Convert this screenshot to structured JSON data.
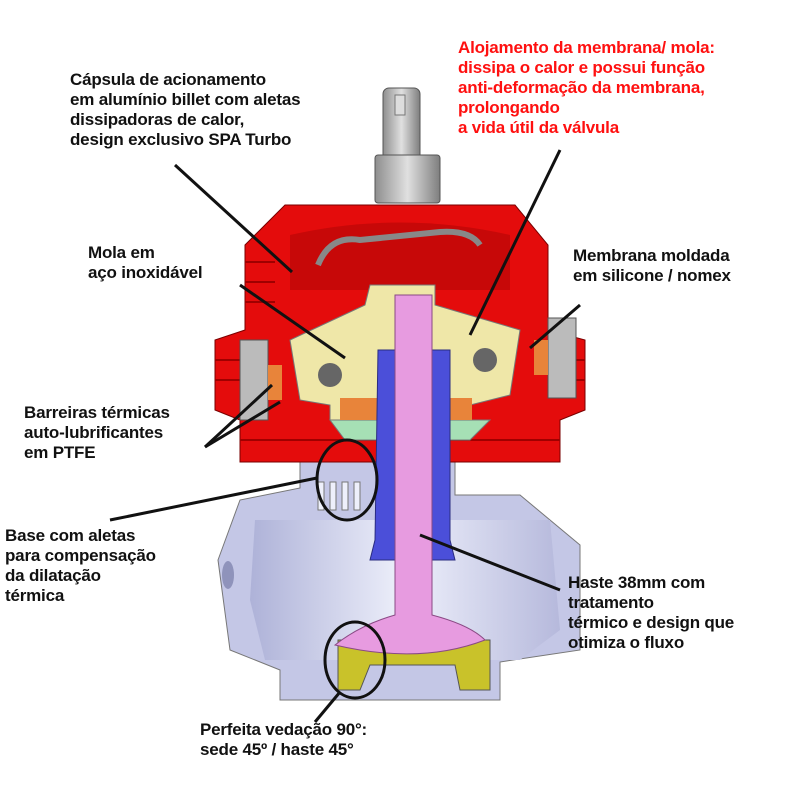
{
  "colors": {
    "housing": "#e40c0c",
    "piston": "#efe7a8",
    "stem": "#e79be0",
    "sleeve": "#4b4fd9",
    "base": "#c9cbe6",
    "seat": "#c9c22a",
    "highlight": "#ff1010",
    "text": "#111111"
  },
  "labels": {
    "capsula": "Cápsula de acionamento\nem alumínio billet com aletas\ndissipadoras de calor,\ndesign exclusivo SPA Turbo",
    "alojamento": "Alojamento da membrana/ mola:\ndissipa o calor e possui função\nanti-deformação da membrana,\nprolongando\na vida útil da válvula",
    "mola": "Mola em\naço inoxidável",
    "membrana": "Membrana moldada\nem silicone / nomex",
    "barreiras": "Barreiras térmicas\nauto-lubrificantes\nem PTFE",
    "base": "Base com aletas\npara compensação\nda dilatação\ntérmica",
    "haste": "Haste 38mm com\ntratamento\ntérmico e design que\notimiza o fluxo",
    "perfeita": "Perfeita vedação 90°:\nsede 45º / haste 45°"
  }
}
